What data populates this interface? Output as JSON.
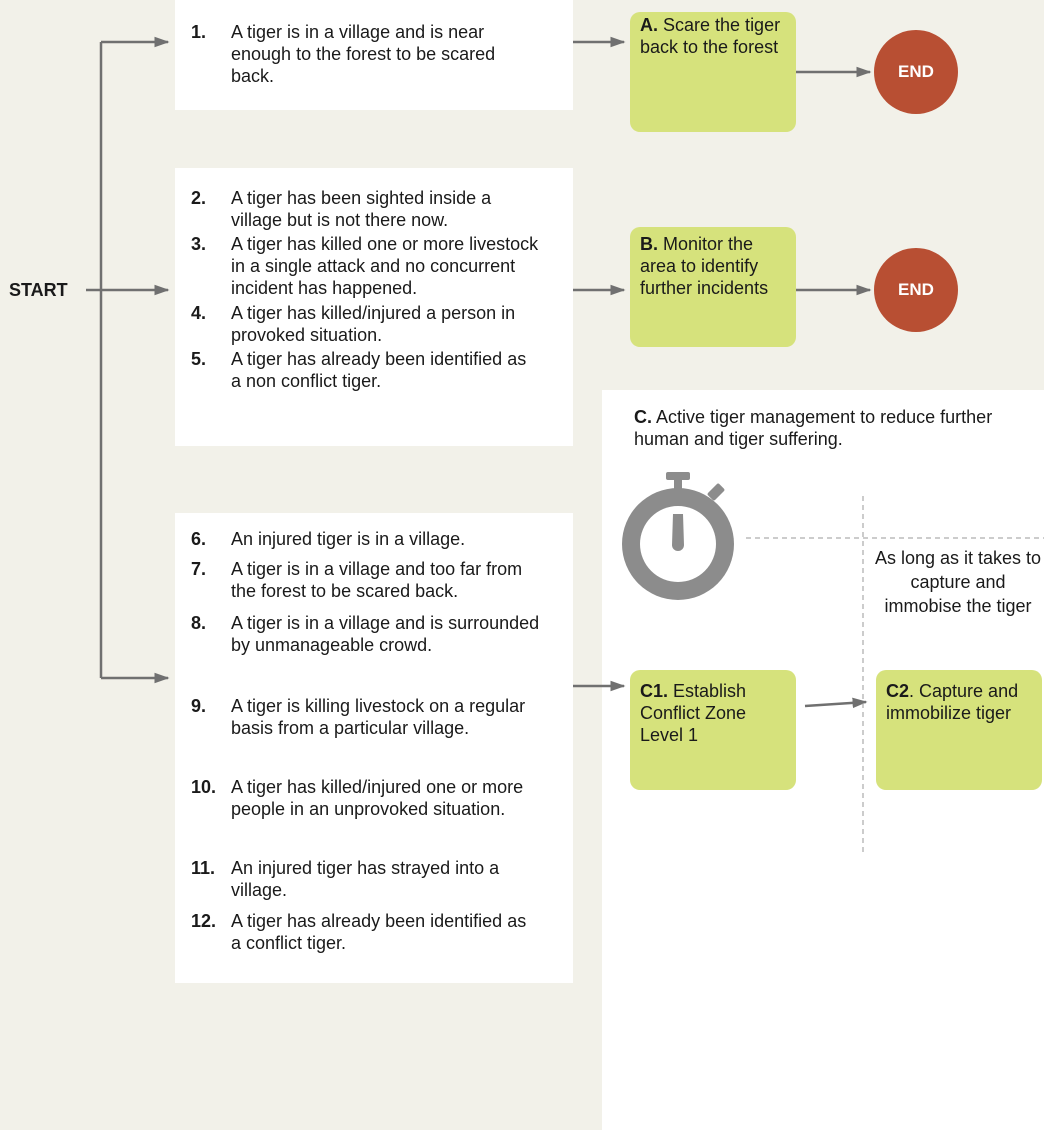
{
  "start_label": "START",
  "end_label": "END",
  "group1": [
    {
      "num": "1.",
      "text": "A tiger is in a village and is near enough to the forest to be scared back."
    }
  ],
  "group2": [
    {
      "num": "2.",
      "text": "A tiger has been sighted inside a village but is not there now."
    },
    {
      "num": "3.",
      "text": "A tiger has killed one or more livestock in a single attack and no concurrent incident has happened."
    },
    {
      "num": "4.",
      "text": "A tiger has killed/injured a person in provoked situation."
    },
    {
      "num": "5.",
      "text": "A tiger has already been identified as a non conflict tiger."
    }
  ],
  "group3": [
    {
      "num": "6.",
      "text": "An injured tiger is in a village."
    },
    {
      "num": "7.",
      "text": "A tiger is in a village and too far from the forest to be scared back."
    },
    {
      "num": "8.",
      "text": "A tiger is in a village and is surrounded by unmanageable crowd."
    },
    {
      "num": "9.",
      "text": "A tiger is killing livestock on a regular basis from a particular village."
    },
    {
      "num": "10.",
      "text": "A tiger has killed/injured one or more people in an unprovoked situation."
    },
    {
      "num": "11.",
      "text": "An injured tiger has strayed into a village."
    },
    {
      "num": "12.",
      "text": "A tiger has already been identified as a conflict tiger."
    }
  ],
  "action_a": {
    "key": "A.",
    "text": "Scare the tiger back to the forest"
  },
  "action_b": {
    "key": "B.",
    "text": "Monitor the area to identify further incidents"
  },
  "action_c": {
    "key": "C.",
    "text": "Active tiger management to reduce further human and tiger suffering."
  },
  "action_c1": {
    "key": "C1.",
    "text": "Establish Conflict Zone Level 1"
  },
  "action_c2": {
    "key": "C2",
    "text": ". Capture and immobilize tiger"
  },
  "time_note": "As long as it takes to capture and immobise the tiger",
  "icons": {
    "timer": "stopwatch-icon"
  },
  "colors": {
    "background": "#f2f1e9",
    "action_box": "#d6e27c",
    "end_node": "#b84f33",
    "arrow": "#707070",
    "stopwatch": "#8c8c8c"
  }
}
